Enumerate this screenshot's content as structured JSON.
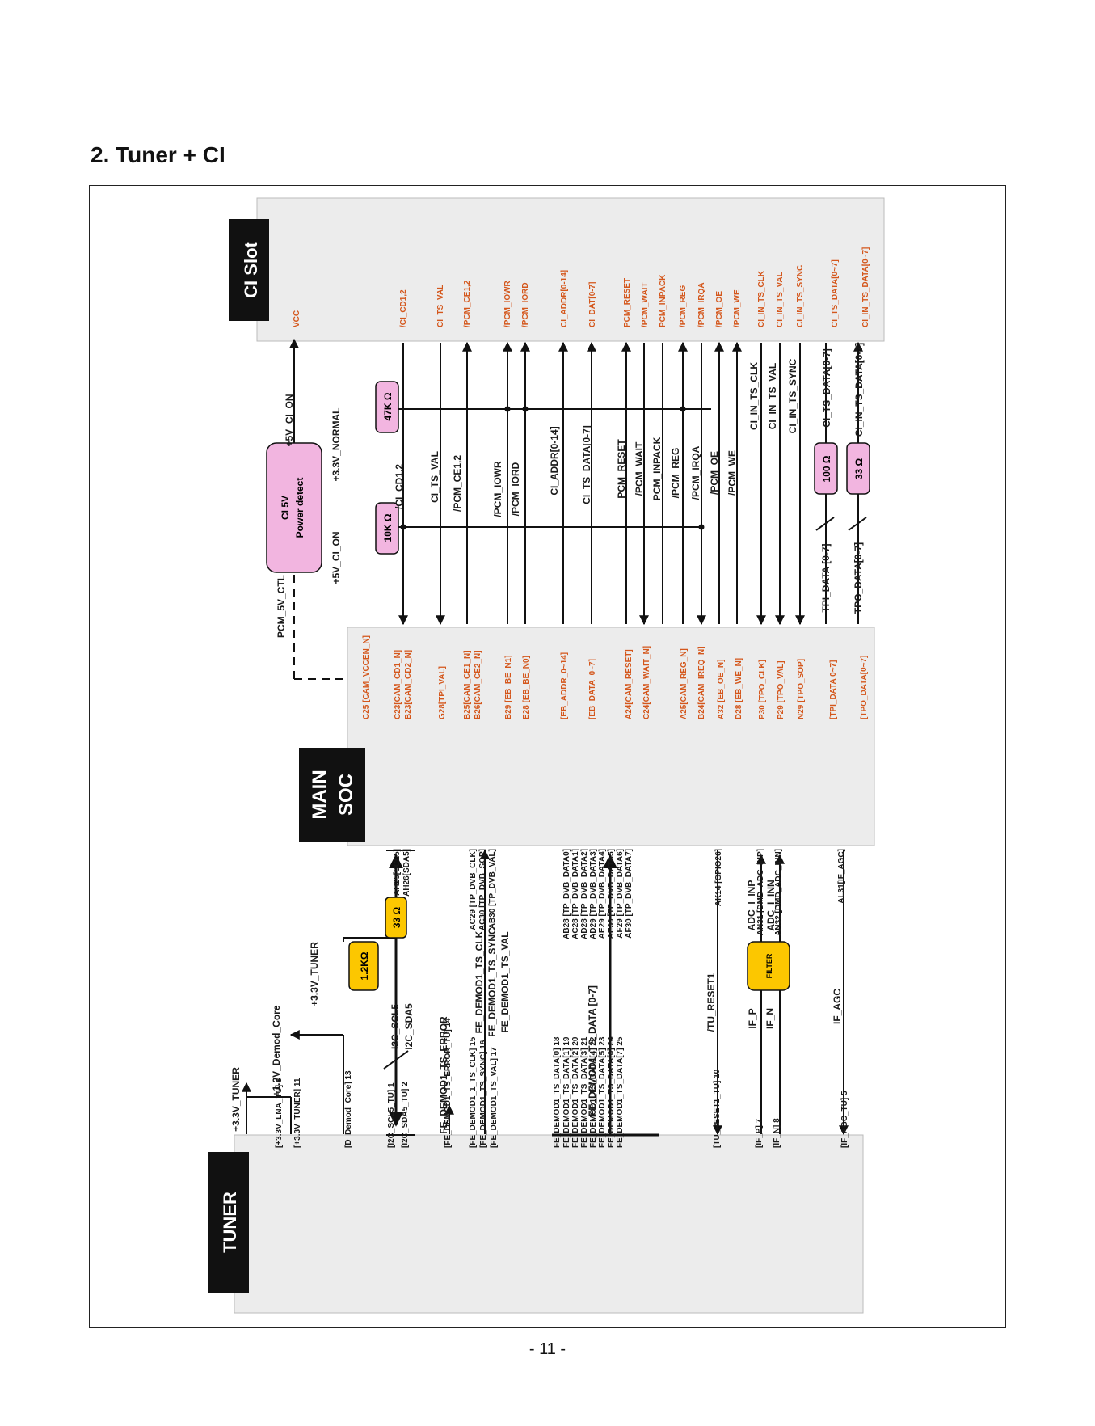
{
  "page": {
    "title": "2. Tuner + CI",
    "page_number": "- 11 -"
  },
  "colors": {
    "accent_orange": "#d4571c",
    "block_pink": "#f2b5e0",
    "block_yellow": "#fcc700",
    "panel_gray": "#ececec",
    "label_black": "#1a1a1a"
  },
  "blocks": {
    "ci_slot": "CI Slot",
    "main_soc_line1": "MAIN",
    "main_soc_line2": "SOC",
    "tuner": "TUNER"
  },
  "components": {
    "power_detect_line1": "CI 5V",
    "power_detect_line2": "Power detect",
    "r_10k": "10K Ω",
    "r_47k": "47K Ω",
    "r_100": "100 Ω",
    "r_33_ci": "33 Ω",
    "r_1k2": "1.2KΩ",
    "r_33_i2c": "33 Ω",
    "filter": "FILTER"
  },
  "ci_pins": [
    "VCC",
    "/CI_CD1,2",
    "CI_TS_VAL",
    "/PCM_CE1,2",
    "/PCM_IOWR",
    "/PCM_IORD",
    "CI_ADDR[0-14]",
    "CI_DAT[0-7]",
    "PCM_RESET",
    "/PCM_WAIT",
    "PCM_INPACK",
    "/PCM_REG",
    "/PCM_IRQA",
    "/PCM_OE",
    "/PCM_WE",
    "CI_IN_TS_CLK",
    "CI_IN_TS_VAL",
    "CI_IN_TS_SYNC",
    "CI_TS_DATA[0~7]",
    "CI_IN_TS_DATA[0~7]"
  ],
  "soc_top_pins": [
    "C25 [CAM_VCCEN_N]",
    "C23[CAM_CD1_N]",
    "B23[CAM_CD2_N]",
    "G28[TPI_VAL]",
    "B25[CAM_CE1_N]",
    "B26[CAM_CE2_N]",
    "B29 [EB_BE_N1]",
    "E28 [EB_BE_N0]",
    "[EB_ADDR_0~14]",
    "[EB_DATA_0~7]",
    "A24[CAM_RESET]",
    "C24[CAM_WAIT_N]",
    "A25[CAM_REG_N]",
    "B24[CAM_IREQ_N]",
    "A32 [EB_OE_N]",
    "D28 [EB_WE_N]",
    "P30 [TPO_CLK]",
    "P29 [TPO_VAL]",
    "N29 [TPO_SOP]",
    "[TPI_DATA 0~7]",
    "[TPO_DATA[0~7]"
  ],
  "soc_bottom_pins": [
    "AH25[SCL5]",
    "AH26[SDA5]",
    "AC29 [TP_DVB_CLK]",
    "AC30 [TP_DVB_SOP]",
    "AB30 [TP_DVB_VAL]",
    "AB28 [TP_DVB_DATA0]",
    "AC28 [TP_DVB_DATA1]",
    "AD28 [TP_DVB_DATA2]",
    "AD29 [TP_DVB_DATA3]",
    "AE29 [TP_DVB_DATA4]",
    "AE30 [TP_DVB_DATA5]",
    "AF29 [TP_DVB_DATA6]",
    "AF30 [TP_DVB_DATA7]",
    "AK14 [GPIO26]",
    "AN31 [DMD_ADC_INP]",
    "AN32 [DMD_ADC_INN]",
    "AL31[IF_AGC]"
  ],
  "tuner_pins": [
    "[+3.3V_LNA_TU]  3",
    "[+3.3V_TUNER] 11",
    "[D_Demod_Core] 13",
    "[I2C_SCL5_TU] 1",
    "[I2C_SDA5_TU] 2",
    "[FE_DEMOD1_TS_ERROR_TU] 14",
    "[FE_DEMOD1_1_TS_CLK] 15",
    "[FE_DEMOD1_TS_SYNC] 16",
    "[FE_DEMOD1_TS_VAL]  17",
    "FE_DEMOD1_TS_DATA[0] 18",
    "FE_DEMOD1_TS_DATA[1] 19",
    "FE_DEMOD1_TS_DATA[2] 20",
    "FE_DEMOD1_TS_DATA[3] 21",
    "FE_DEMOD1_TS_DATA[4] 22",
    "FE_DEMOD1_TS_DATA[5] 23",
    "FE_DEMOD1_TS_DATA[6] 24",
    "FE_DEMOD1_TS_DATA[7] 25",
    "[TU_RESET1_TU] 10",
    "[IF_P] 7",
    "[IF_N] 8",
    "[IF_AGC_TU] 5"
  ],
  "upper_nets": [
    "+5V_CI_ON",
    "+3.3V_NORMAL",
    "+5V_CI_ON",
    "/CI_CD1,2",
    "CI_TS_VAL",
    "/PCM_CE1,2",
    "/PCM_IOWR",
    "/PCM_IORD",
    "CI_ADDR[0-14]",
    "CI_TS_DATA[0-7]",
    "PCM_RESET",
    "/PCM_WAIT",
    "PCM_INPACK",
    "/PCM_REG",
    "/PCM_IRQA",
    "/PCM_OE",
    "/PCM_WE",
    "CI_IN_TS_CLK",
    "CI_IN_TS_VAL",
    "CI_IN_TS_SYNC",
    "CI_TS_DATA[0-7]",
    "CI_IN_TS_DATA[0-7]",
    "TPI_DATA [0-7]",
    "TPO_DATA[0-7]",
    "PCM_5V_CTL"
  ],
  "lower_nets": [
    "+3.3V_TUNER",
    "+1.2V_Demod_Core",
    "+3.3V_TUNER",
    "I2C_SCL5",
    "I2C_SDA5",
    "FE_DEMOD1_TS_ERROR",
    "FE_DEMOD1_TS_CLK",
    "FE_DEMOD1_TS_SYNC",
    "FE_DEMOD1_TS_VAL",
    "FE_DEMOD1_TS_DATA [0-7]",
    "/TU_RESET1",
    "IF_P",
    "IF_N",
    "ADC_I_INP",
    "ADC_I_INN",
    "IF_AGC"
  ]
}
